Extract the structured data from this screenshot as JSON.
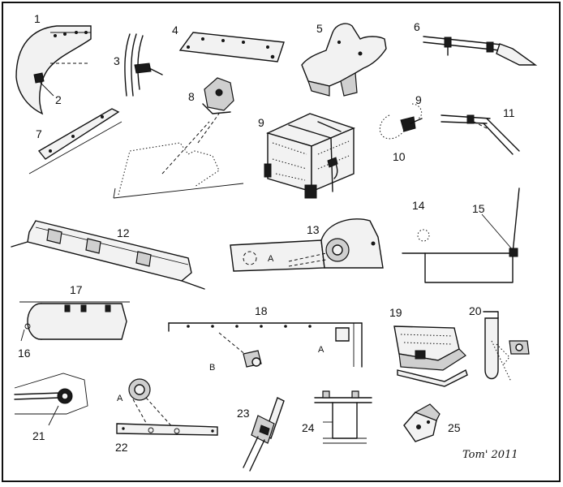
{
  "parts": [
    {
      "id": "1",
      "label": "1"
    },
    {
      "id": "2",
      "label": "2"
    },
    {
      "id": "3",
      "label": "3"
    },
    {
      "id": "4",
      "label": "4"
    },
    {
      "id": "5",
      "label": "5"
    },
    {
      "id": "6",
      "label": "6"
    },
    {
      "id": "7",
      "label": "7"
    },
    {
      "id": "8",
      "label": "8"
    },
    {
      "id": "9",
      "label": "9"
    },
    {
      "id": "9b",
      "label": "9"
    },
    {
      "id": "10",
      "label": "10"
    },
    {
      "id": "11",
      "label": "11"
    },
    {
      "id": "12",
      "label": "12"
    },
    {
      "id": "13",
      "label": "13"
    },
    {
      "id": "14",
      "label": "14"
    },
    {
      "id": "15",
      "label": "15"
    },
    {
      "id": "16",
      "label": "16"
    },
    {
      "id": "17",
      "label": "17"
    },
    {
      "id": "18",
      "label": "18"
    },
    {
      "id": "19",
      "label": "19"
    },
    {
      "id": "20",
      "label": "20"
    },
    {
      "id": "21",
      "label": "21"
    },
    {
      "id": "22",
      "label": "22"
    },
    {
      "id": "23",
      "label": "23"
    },
    {
      "id": "24",
      "label": "24"
    },
    {
      "id": "25",
      "label": "25"
    }
  ],
  "sublabels": {
    "a13": "A",
    "a18": "A",
    "b18": "B",
    "a22": "A"
  },
  "signature": "Tom' 2011"
}
